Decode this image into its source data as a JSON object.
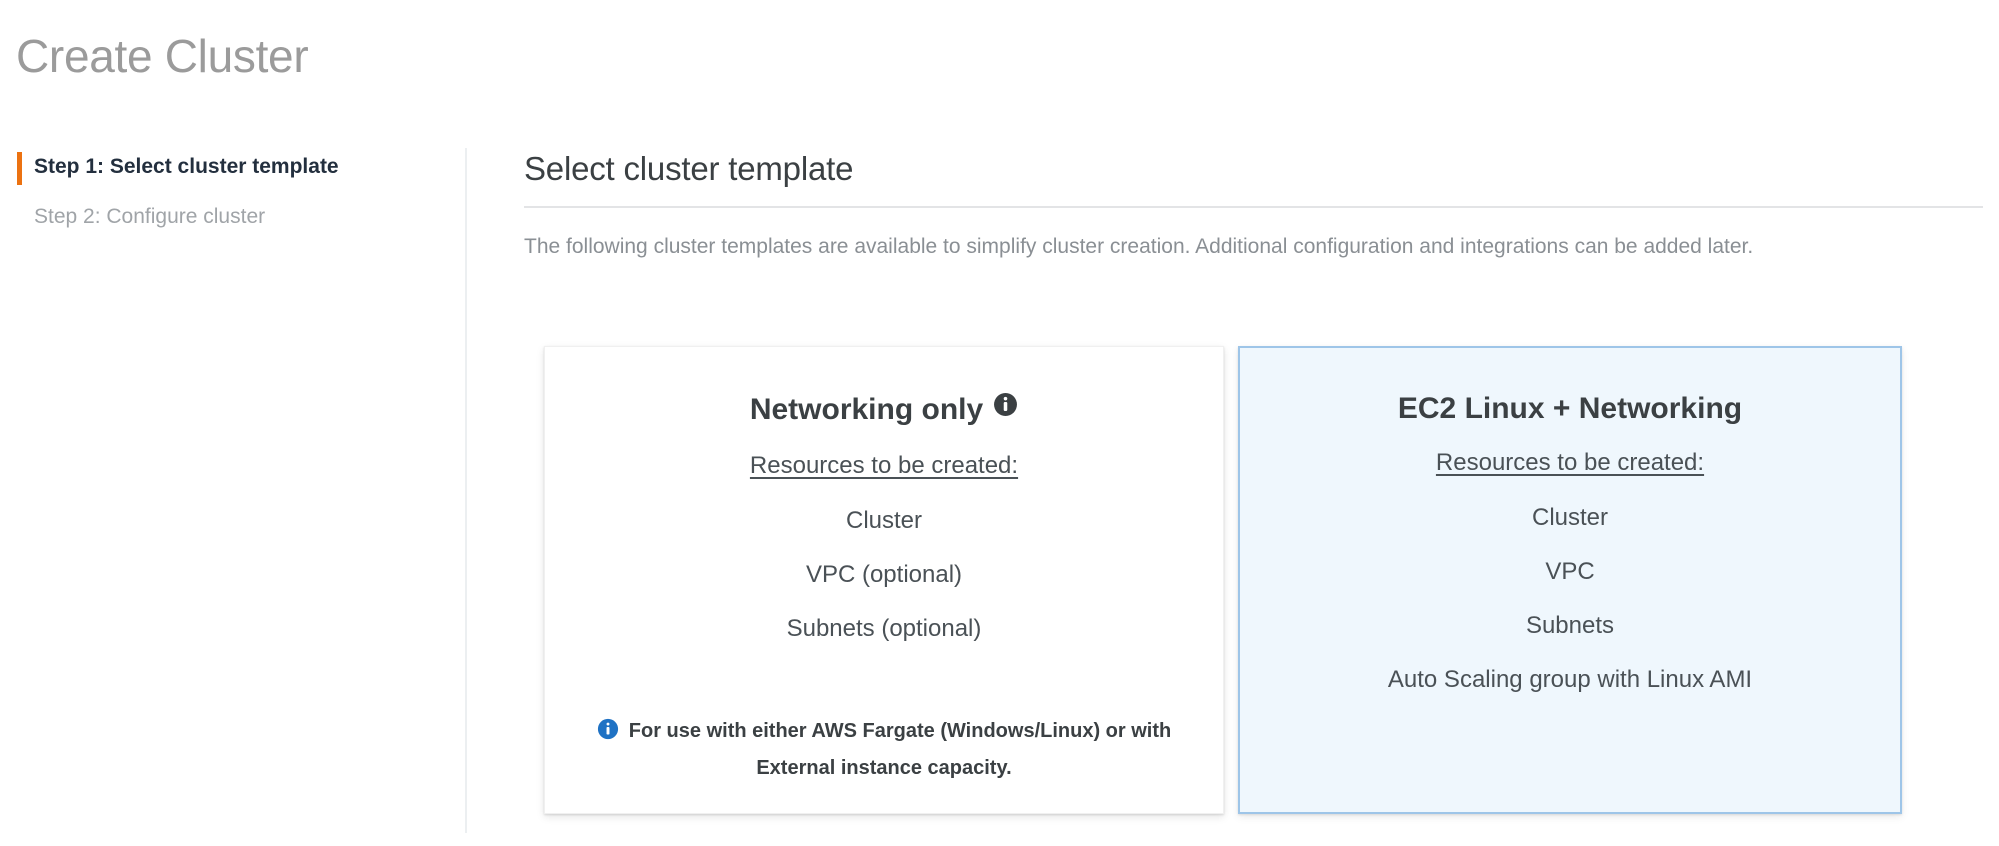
{
  "page": {
    "title": "Create Cluster"
  },
  "wizard": {
    "steps": [
      {
        "label": "Step 1: Select cluster template",
        "state": "active"
      },
      {
        "label": "Step 2: Configure cluster",
        "state": "inactive"
      }
    ]
  },
  "main": {
    "heading": "Select cluster template",
    "description": "The following cluster templates are available to simplify cluster creation. Additional configuration and integrations can be added later.",
    "cards": [
      {
        "id": "networking-only",
        "title": "Networking only",
        "has_info_icon": true,
        "info_icon_name": "info-icon",
        "resources_label": "Resources to be created:",
        "resources": [
          "Cluster",
          "VPC (optional)",
          "Subnets (optional)"
        ],
        "note": "For use with either AWS Fargate (Windows/Linux) or with External instance capacity.",
        "note_icon_name": "info-icon-blue",
        "selected": false
      },
      {
        "id": "ec2-linux-networking",
        "title": "EC2 Linux + Networking",
        "has_info_icon": false,
        "resources_label": "Resources to be created:",
        "resources": [
          "Cluster",
          "VPC",
          "Subnets",
          "Auto Scaling group with Linux AMI"
        ],
        "note": "",
        "selected": true
      }
    ]
  },
  "colors": {
    "active_step_marker": "#ec7211",
    "title_gray": "#9b9b9b",
    "selected_card_bg": "#eff7fd",
    "selected_card_border": "#9ec5e8",
    "info_blue": "#1f72c4",
    "info_dark": "#3b4043",
    "text_dark": "#3b4043",
    "text_muted": "#8a8f94"
  }
}
